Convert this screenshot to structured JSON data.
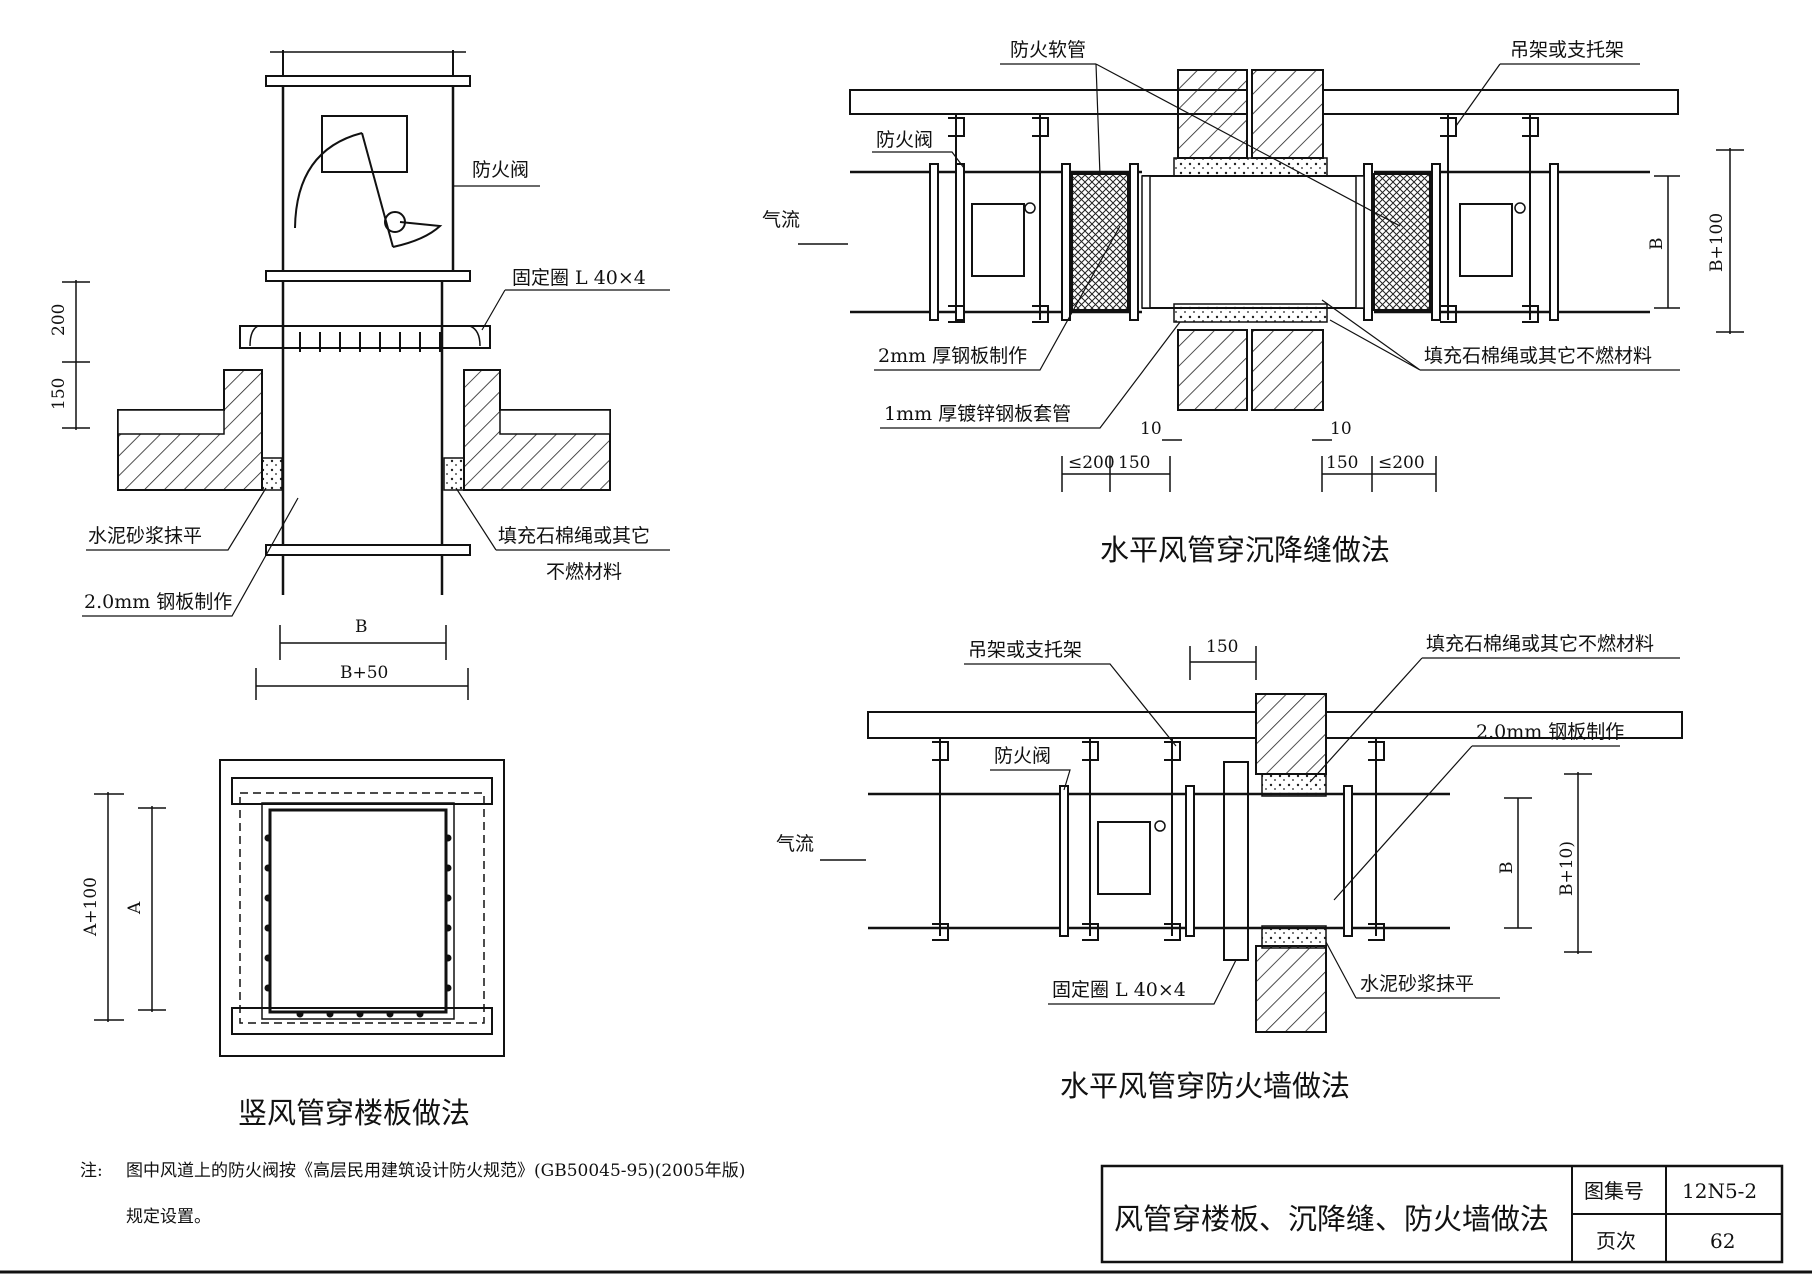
{
  "vertical_detail": {
    "title": "竖风管穿楼板做法",
    "labels": {
      "fire_damper": "防火阀",
      "fixing_ring": "固定圈 L 40×4",
      "cement_mortar": "水泥砂浆抹平",
      "fill_material_line1": "填充石棉绳或其它",
      "fill_material_line2": "不燃材料",
      "steel_plate": "2.0mm 钢板制作"
    },
    "dims": {
      "h200": "200",
      "h150": "150",
      "width_b": "B",
      "width_b50": "B+50",
      "plan_a100": "A+100",
      "plan_a": "A"
    }
  },
  "settlement_detail": {
    "title": "水平风管穿沉降缝做法",
    "labels": {
      "flex_duct": "防火软管",
      "hanger": "吊架或支托架",
      "fire_damper": "防火阀",
      "airflow": "气流",
      "steel_2mm": "2mm 厚钢板制作",
      "sleeve_1mm": "1mm 厚镀锌钢板套管",
      "fill_material": "填充石棉绳或其它不燃材料"
    },
    "dims": {
      "d10a": "10",
      "d10b": "10",
      "le200a": "≤200",
      "d150a": "150",
      "d150b": "150",
      "le200b": "≤200",
      "b": "B",
      "b100": "B+100"
    }
  },
  "firewall_detail": {
    "title": "水平风管穿防火墙做法",
    "labels": {
      "hanger": "吊架或支托架",
      "fill_material": "填充石棉绳或其它不燃材料",
      "steel_plate": "2.0mm 钢板制作",
      "fire_damper": "防火阀",
      "airflow": "气流",
      "fixing_ring": "固定圈 L 40×4",
      "cement_mortar": "水泥砂浆抹平"
    },
    "dims": {
      "d150": "150",
      "b": "B",
      "b100": "B+10)"
    }
  },
  "note": {
    "prefix": "注:",
    "line1": "图中风道上的防火阀按《高层民用建筑设计防火规范》(GB50045-95)(2005年版)",
    "line2": "规定设置。"
  },
  "title_block": {
    "drawing_title": "风管穿楼板、沉降缝、防火墙做法",
    "atlas_no_label": "图集号",
    "atlas_no": "12N5-2",
    "page_label": "页次",
    "page_no": "62"
  }
}
